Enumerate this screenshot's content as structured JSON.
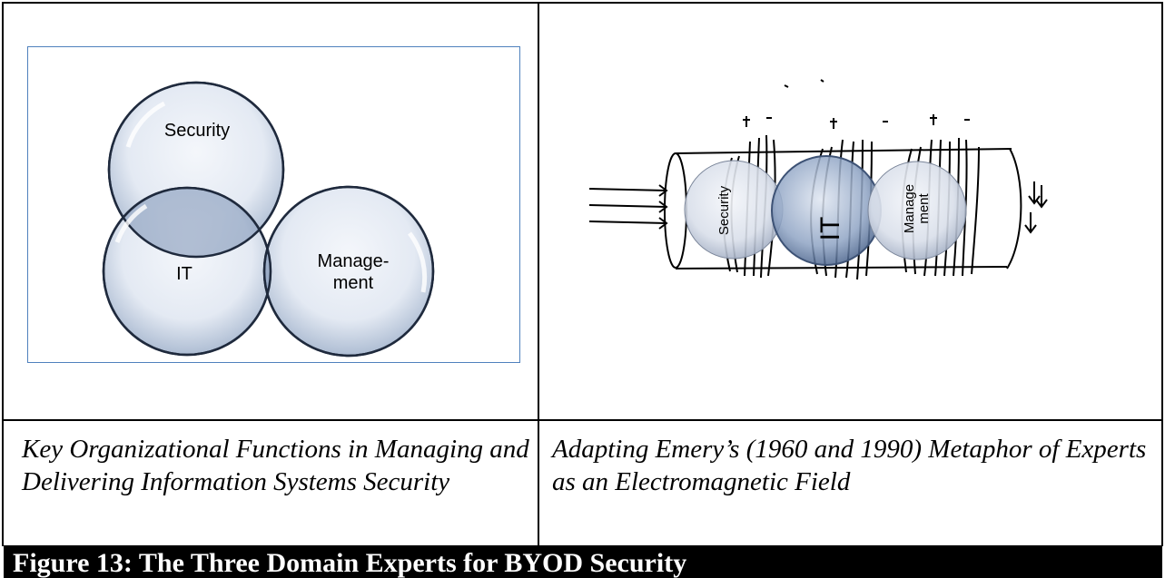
{
  "left_panel": {
    "venn_labels": {
      "security": "Security",
      "it": "IT",
      "management_line1": "Manage-",
      "management_line2": "ment"
    },
    "caption": "Key Organizational Functions in Managing and Delivering Information Systems Security"
  },
  "right_panel": {
    "sphere_labels": {
      "security": "Security",
      "it": "IT",
      "management_line1": "Manage",
      "management_line2": "ment"
    },
    "caption": "Adapting Emery’s (1960 and 1990) Metaphor of Experts as an Electromagnetic Field"
  },
  "figure_caption": "Figure 13: The Three Domain Experts for BYOD Security",
  "colors": {
    "circle_fill": "#dfe6f1",
    "circle_stroke": "#1f2a3d",
    "box_border": "#4f81bd",
    "footer_bg": "#000000"
  }
}
